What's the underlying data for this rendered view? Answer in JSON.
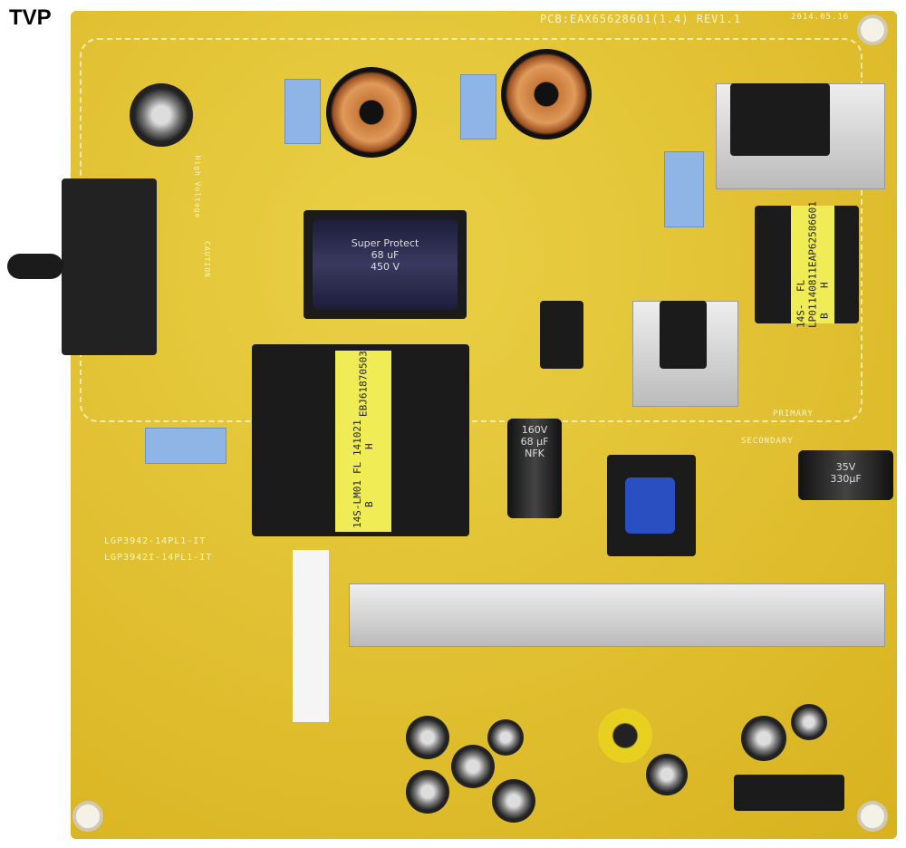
{
  "corner_label": "TVP",
  "pcb": {
    "part": "PCB:EAX65628601(1.4) REV1.1",
    "date": "2014.05.16"
  },
  "bulk_cap": {
    "line1": "Super Protect",
    "line2": "68 uF",
    "line3": "450 V"
  },
  "main_transformer": {
    "line1": "14S-LM01 B",
    "line2": "FL 141021 H",
    "line3": "EBJ61870503"
  },
  "aux_transformer": {
    "line1": "14S-LP01 B",
    "line2": "FL 140811 H",
    "line3": "EAP62586601"
  },
  "nfk_cap": {
    "voltage": "160V",
    "capacitance": "68 µF",
    "brand": "NFK"
  },
  "out_cap": {
    "line1": "35V",
    "line2": "330µF"
  },
  "model_labels": [
    "LGP3942-14PL1-IT",
    "LGP3942I-14PL1-IT"
  ],
  "zones": {
    "primary": "PRIMARY",
    "secondary": "SECONDARY",
    "caution": "CAUTION",
    "high_voltage": "High Voltage"
  },
  "colors": {
    "board": "#e3c22b",
    "silk": "#fbf3c6",
    "heatsink": "#d0d0d0"
  }
}
